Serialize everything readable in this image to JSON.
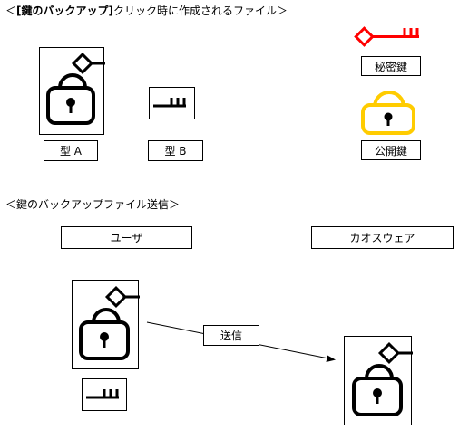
{
  "heading1": {
    "open": "＜",
    "bold": "[鍵のバックアップ]",
    "rest": "クリック時に作成されるファイル＞"
  },
  "labels": {
    "type_a": "型 A",
    "type_b": "型 B",
    "private_key": "秘密鍵",
    "public_key": "公開鍵"
  },
  "heading2": "＜鍵のバックアップファイル送信＞",
  "actors": {
    "user": "ユーザ",
    "chaosware": "カオスウェア"
  },
  "send_label": "送信",
  "colors": {
    "private_key": "#ff0000",
    "public_key": "#ffcc00",
    "default": "#000000"
  },
  "icons": [
    "padlock-with-key-icon",
    "key-icon",
    "lock-icon",
    "arrow-icon"
  ]
}
